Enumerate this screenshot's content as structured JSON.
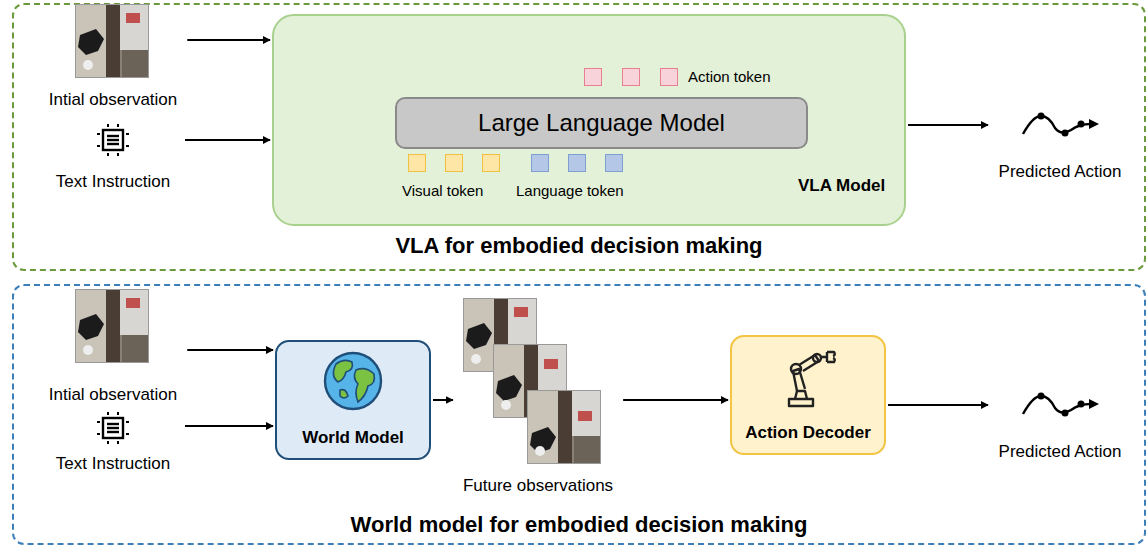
{
  "diagram": {
    "nodes": [
      {
        "text": [
          "VLA for embodied decision making"
        ]
      },
      {
        "text": [
          "Intial observation"
        ],
        "in": 0
      },
      {
        "text": [
          "Text Instruction"
        ],
        "in": 0
      },
      {
        "text": [
          "Action token",
          "Visual token",
          "Language token",
          "VLA Model"
        ],
        "in": 0
      },
      {
        "text": [
          "Large Language Model"
        ],
        "in": 3
      },
      {
        "text": [
          "Predicted Action"
        ],
        "in": 0
      },
      {
        "text": [
          "World model for embodied decision making"
        ]
      },
      {
        "text": [
          "Intial observation"
        ],
        "in": 6
      },
      {
        "text": [
          "Text Instruction"
        ],
        "in": 6
      },
      {
        "text": [
          "World Model"
        ],
        "in": 6
      },
      {
        "text": [
          "Future observations"
        ],
        "in": 6
      },
      {
        "text": [
          "Action Decoder"
        ],
        "in": 6
      },
      {
        "text": [
          "Predicted Action"
        ],
        "in": 6
      }
    ],
    "edges": [
      {
        "from": 1,
        "to": 3,
        "arrow": "to"
      },
      {
        "from": 2,
        "to": 3,
        "arrow": "to"
      },
      {
        "from": 3,
        "to": 5,
        "arrow": "to"
      },
      {
        "from": 7,
        "to": 9,
        "arrow": "to"
      },
      {
        "from": 8,
        "to": 9,
        "arrow": "to"
      },
      {
        "from": 9,
        "to": 10,
        "arrow": "to"
      },
      {
        "from": 10,
        "to": 11,
        "arrow": "to"
      },
      {
        "from": 11,
        "to": 12,
        "arrow": "to"
      }
    ]
  }
}
